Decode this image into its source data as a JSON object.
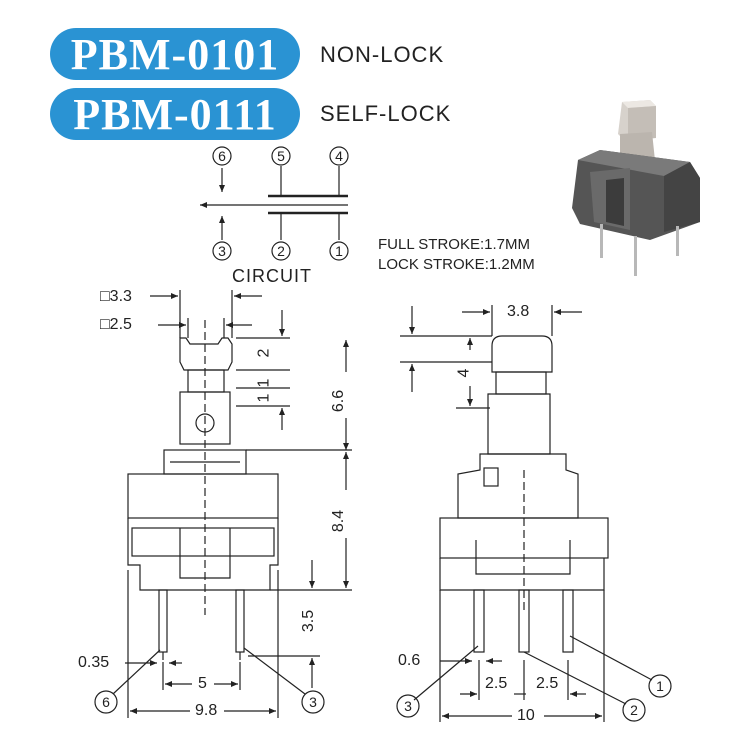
{
  "models": [
    {
      "code": "PBM-0101",
      "mode": "NON-LOCK"
    },
    {
      "code": "PBM-0111",
      "mode": "SELF-LOCK"
    }
  ],
  "circuit": {
    "label": "CIRCUIT",
    "pins_top": [
      "6",
      "5",
      "4"
    ],
    "pins_bottom": [
      "3",
      "2",
      "1"
    ]
  },
  "strokes": {
    "full": "FULL STROKE:1.7MM",
    "lock": "LOCK STROKE:1.2MM"
  },
  "front_view": {
    "cap_outer": "□3.3",
    "cap_inner": "□2.5",
    "dim_2": "2",
    "dim_1a": "1",
    "dim_1b": "1",
    "dim_6_6": "6.6",
    "dim_8_4": "8.4",
    "dim_3_5": "3.5",
    "dim_0_35": "0.35",
    "dim_5": "5",
    "dim_9_8": "9.8",
    "pin_left": "6",
    "pin_right": "3"
  },
  "side_view": {
    "dim_3_8": "3.8",
    "dim_4": "4",
    "dim_0_6": "0.6",
    "dim_2_5a": "2.5",
    "dim_2_5b": "2.5",
    "dim_10": "10",
    "pin_1": "1",
    "pin_2": "2",
    "pin_3": "3"
  },
  "colors": {
    "brand": "#2a93d3",
    "line": "#222222"
  }
}
